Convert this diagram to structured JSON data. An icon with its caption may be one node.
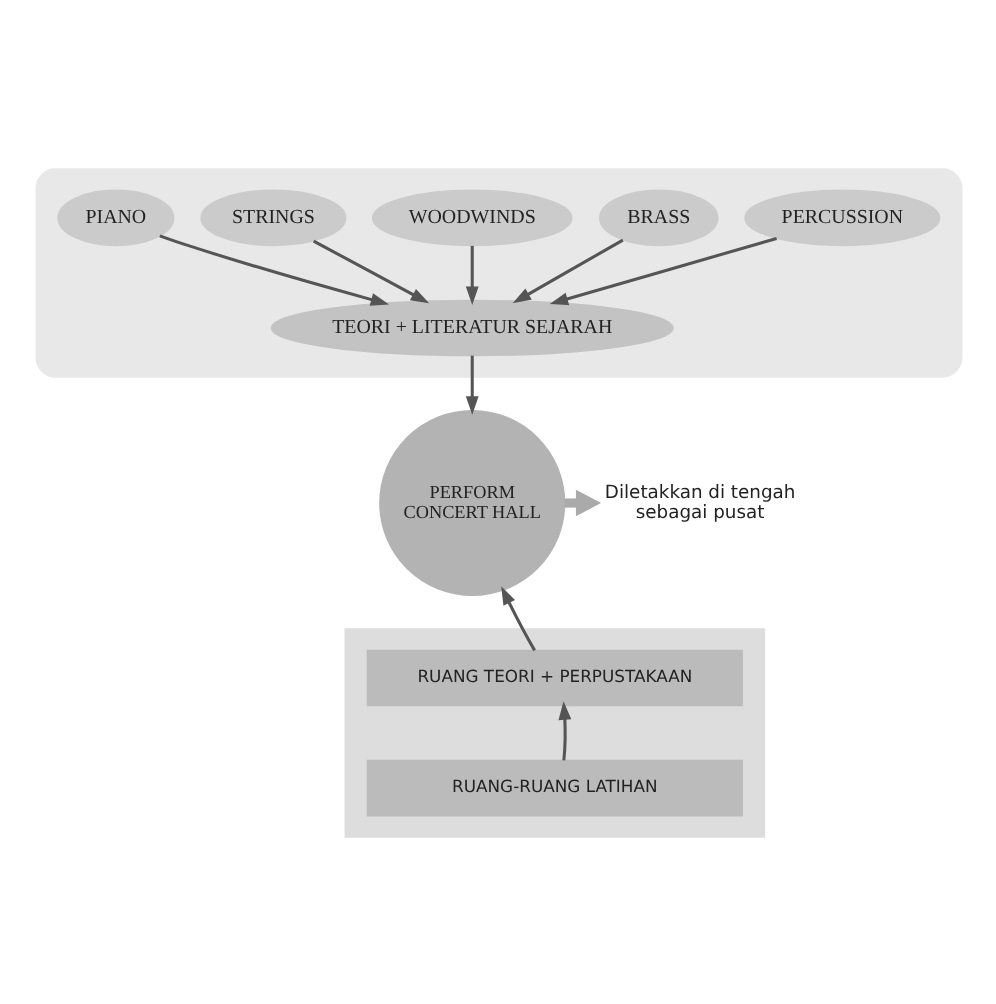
{
  "diagram": {
    "nodes": [
      {
        "text": [],
        "shape": "ellipse"
      },
      {
        "text": [
          "PIANO"
        ],
        "in": 0
      },
      {
        "text": [
          "STRINGS"
        ],
        "in": 0
      },
      {
        "text": [
          "WOODWINDS"
        ],
        "in": 0
      },
      {
        "text": [
          "BRASS"
        ],
        "in": 0
      },
      {
        "text": [
          "PERCUSSION"
        ],
        "in": 0
      },
      {
        "text": [
          "TEORI + LITERATUR SEJARAH"
        ],
        "in": 0
      },
      {
        "text": [
          "PERFORM",
          "CONCERT HALL"
        ]
      },
      {
        "text": [
          "Diletakkan di tengah sebagai pusat"
        ]
      },
      {
        "text": [],
        "shape": "box"
      },
      {
        "text": [
          "RUANG TEORI + PERPUSTAKAAN"
        ],
        "in": 9
      },
      {
        "text": [
          "RUANG-RUANG LATIHAN"
        ],
        "in": 9
      }
    ],
    "edges": [
      {
        "from": 1,
        "to": 6,
        "arrow": "to"
      },
      {
        "from": 2,
        "to": 6,
        "arrow": "to"
      },
      {
        "from": 3,
        "to": 6,
        "arrow": "to"
      },
      {
        "from": 4,
        "to": 6,
        "arrow": "to"
      },
      {
        "from": 5,
        "to": 6,
        "arrow": "to"
      },
      {
        "from": 6,
        "to": 7,
        "arrow": "to"
      },
      {
        "from": 7,
        "to": 8,
        "arrow": "to",
        "style": "thick",
        "color": "#aaaaaa"
      },
      {
        "from": 10,
        "to": 7,
        "arrow": "to"
      },
      {
        "from": 11,
        "to": 10,
        "arrow": "to"
      }
    ]
  }
}
